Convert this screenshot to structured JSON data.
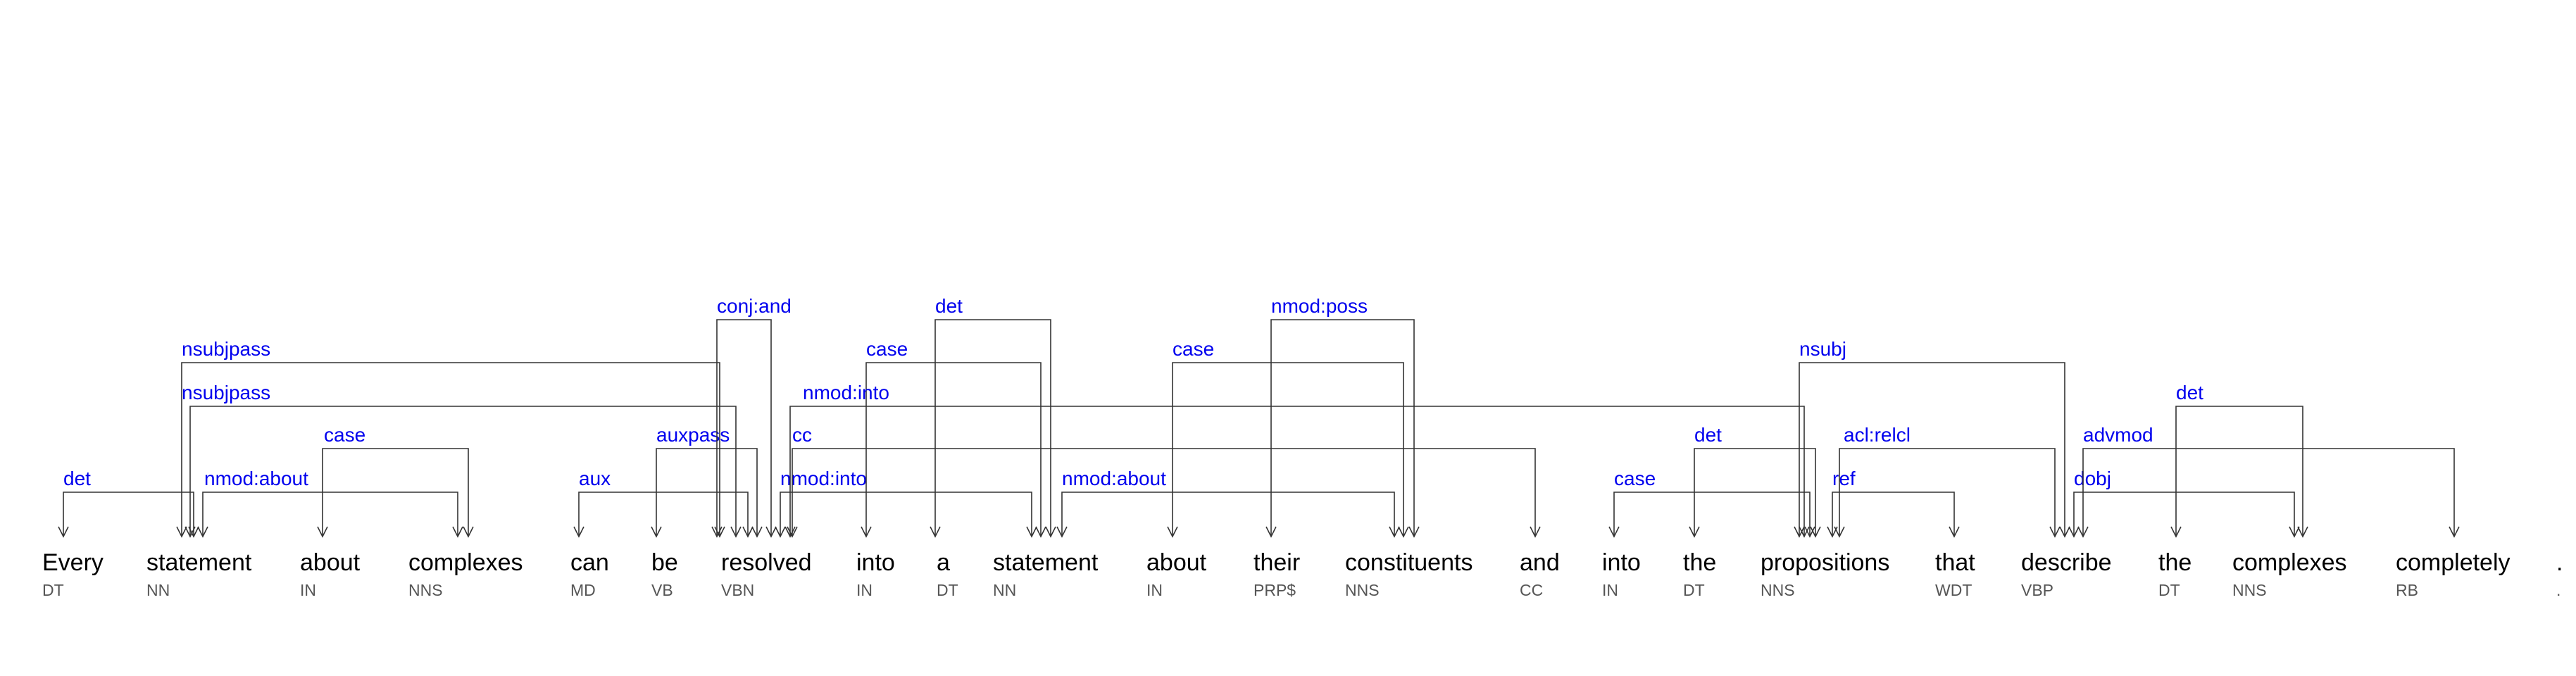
{
  "colors": {
    "label": "#0000ee",
    "word": "#000000",
    "tag": "#555555",
    "line": "#333333"
  },
  "tokens": [
    {
      "word": "Every",
      "tag": "DT"
    },
    {
      "word": "statement",
      "tag": "NN"
    },
    {
      "word": "about",
      "tag": "IN"
    },
    {
      "word": "complexes",
      "tag": "NNS"
    },
    {
      "word": "can",
      "tag": "MD"
    },
    {
      "word": "be",
      "tag": "VB"
    },
    {
      "word": "resolved",
      "tag": "VBN"
    },
    {
      "word": "into",
      "tag": "IN"
    },
    {
      "word": "a",
      "tag": "DT"
    },
    {
      "word": "statement",
      "tag": "NN"
    },
    {
      "word": "about",
      "tag": "IN"
    },
    {
      "word": "their",
      "tag": "PRP$"
    },
    {
      "word": "constituents",
      "tag": "NNS"
    },
    {
      "word": "and",
      "tag": "CC"
    },
    {
      "word": "into",
      "tag": "IN"
    },
    {
      "word": "the",
      "tag": "DT"
    },
    {
      "word": "propositions",
      "tag": "NNS"
    },
    {
      "word": "that",
      "tag": "WDT"
    },
    {
      "word": "describe",
      "tag": "VBP"
    },
    {
      "word": "the",
      "tag": "DT"
    },
    {
      "word": "complexes",
      "tag": "NNS"
    },
    {
      "word": "completely",
      "tag": "RB"
    },
    {
      "word": ".",
      "tag": "."
    }
  ],
  "arcs": [
    {
      "label": "det",
      "from": 1,
      "to": 0
    },
    {
      "label": "nsubjpass",
      "from": 6,
      "to": 1
    },
    {
      "label": "nsubjpass",
      "from": 6,
      "to": 1
    },
    {
      "label": "nmod:about",
      "from": 1,
      "to": 3
    },
    {
      "label": "case",
      "from": 3,
      "to": 2
    },
    {
      "label": "aux",
      "from": 6,
      "to": 4
    },
    {
      "label": "auxpass",
      "from": 6,
      "to": 5
    },
    {
      "label": "conj:and",
      "from": 6,
      "to": 6
    },
    {
      "label": "nmod:into",
      "from": 6,
      "to": 9
    },
    {
      "label": "case",
      "from": 9,
      "to": 7
    },
    {
      "label": "det",
      "from": 9,
      "to": 8
    },
    {
      "label": "nmod:into",
      "from": 6,
      "to": 16
    },
    {
      "label": "cc",
      "from": 6,
      "to": 13
    },
    {
      "label": "nmod:about",
      "from": 9,
      "to": 12
    },
    {
      "label": "case",
      "from": 12,
      "to": 10
    },
    {
      "label": "nmod:poss",
      "from": 12,
      "to": 11
    },
    {
      "label": "case",
      "from": 16,
      "to": 14
    },
    {
      "label": "det",
      "from": 16,
      "to": 15
    },
    {
      "label": "nsubj",
      "from": 18,
      "to": 16
    },
    {
      "label": "ref",
      "from": 16,
      "to": 17
    },
    {
      "label": "acl:relcl",
      "from": 16,
      "to": 18
    },
    {
      "label": "dobj",
      "from": 18,
      "to": 20
    },
    {
      "label": "advmod",
      "from": 18,
      "to": 21
    },
    {
      "label": "det",
      "from": 20,
      "to": 19
    }
  ]
}
